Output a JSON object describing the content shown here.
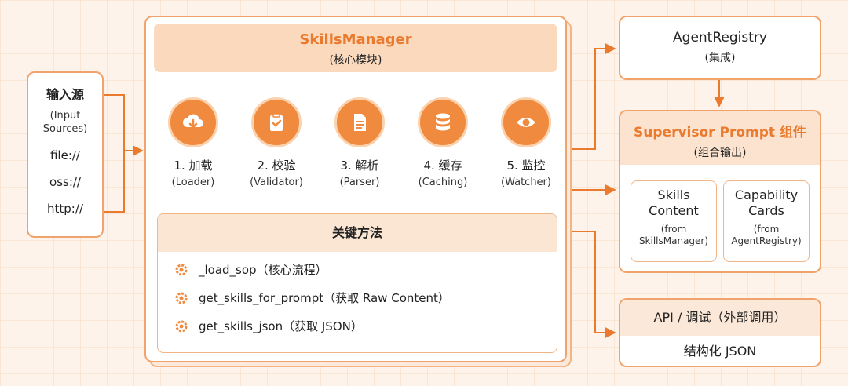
{
  "input": {
    "title": "输入源",
    "subtitle": "(Input\nSources)",
    "sources": [
      "file://",
      "oss://",
      "http://"
    ]
  },
  "skills_manager": {
    "title": "SkillsManager",
    "subtitle": "(核心模块)",
    "steps": [
      {
        "label": "1. 加载",
        "sub": "(Loader)",
        "icon": "cloud-download-icon"
      },
      {
        "label": "2. 校验",
        "sub": "(Validator)",
        "icon": "clipboard-check-icon"
      },
      {
        "label": "3. 解析",
        "sub": "(Parser)",
        "icon": "document-icon"
      },
      {
        "label": "4. 缓存",
        "sub": "(Caching)",
        "icon": "database-icon"
      },
      {
        "label": "5. 监控",
        "sub": "(Watcher)",
        "icon": "eye-icon"
      }
    ],
    "methods_title": "关键方法",
    "methods": [
      "_load_sop（核心流程）",
      "get_skills_for_prompt（获取 Raw Content）",
      "get_skills_json（获取 JSON）"
    ]
  },
  "agent_registry": {
    "title": "AgentRegistry",
    "subtitle": "(集成)"
  },
  "supervisor": {
    "title": "Supervisor Prompt 组件",
    "subtitle": "(组合输出)",
    "cards": [
      {
        "title": "Skills\nContent",
        "sub": "(from\nSkillsManager)"
      },
      {
        "title": "Capability\nCards",
        "sub": "(from\nAgentRegistry)"
      }
    ]
  },
  "api": {
    "title": "API / 调试（外部调用）",
    "body": "结构化 JSON"
  },
  "colors": {
    "accent": "#f08a3e",
    "border": "#f0a36a",
    "header_fill": "#fbd9bd",
    "background": "#fdf3ea"
  }
}
